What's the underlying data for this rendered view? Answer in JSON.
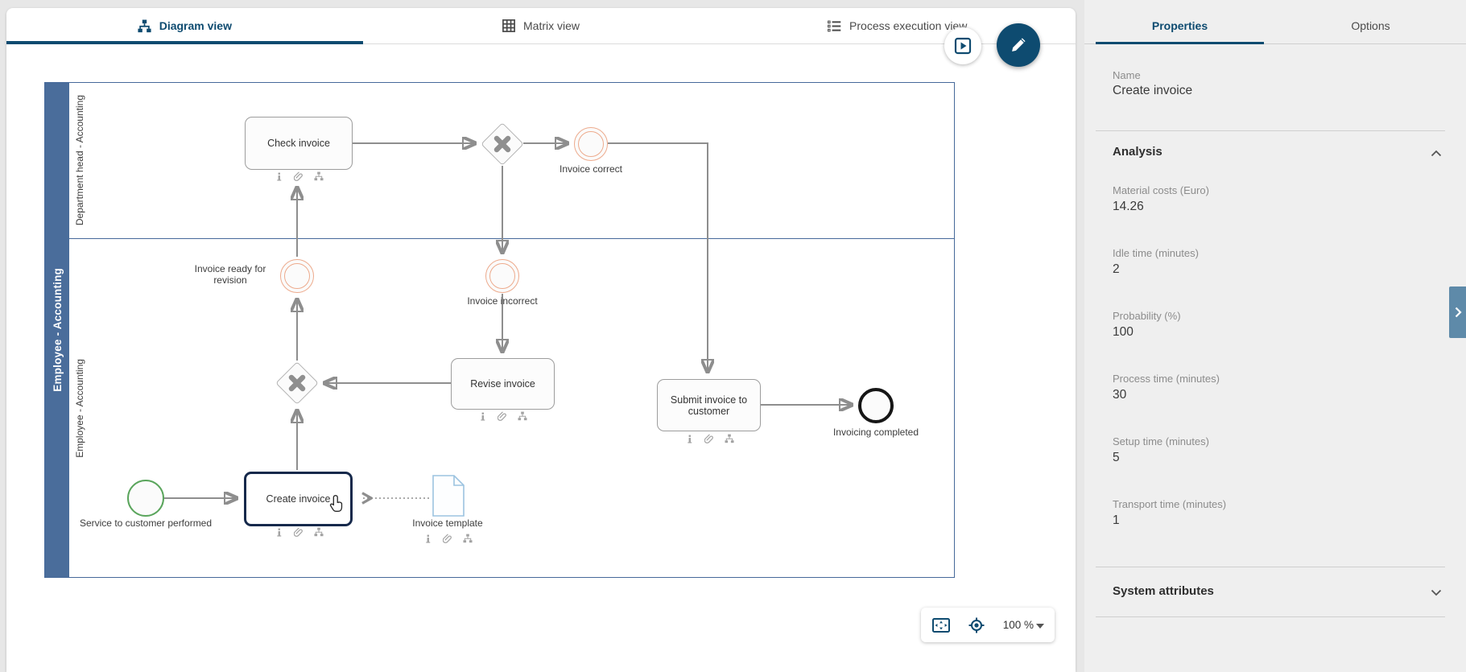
{
  "header": {
    "tabs": [
      {
        "label": "Diagram view",
        "icon": "sitemap-icon",
        "active": true
      },
      {
        "label": "Matrix view",
        "icon": "grid-icon",
        "active": false
      },
      {
        "label": "Process execution view",
        "icon": "ordered-list-icon",
        "active": false
      }
    ]
  },
  "toolbar": {
    "play_button_icon": "play-icon",
    "edit_button_icon": "pencil-icon"
  },
  "diagram": {
    "pool": {
      "label": "Employee - Accounting",
      "lanes": [
        {
          "label": "Department head - Accounting"
        },
        {
          "label": "Employee - Accounting"
        }
      ]
    },
    "nodes": {
      "start_event": "Service to customer performed",
      "task_create": "Create invoice",
      "task_check": "Check invoice",
      "task_revise": "Revise invoice",
      "task_submit": "Submit invoice to customer",
      "event_ready": "Invoice ready for revision",
      "event_correct": "Invoice correct",
      "event_incorrect": "Invoice incorrect",
      "end_event": "Invoicing completed",
      "data_object": "Invoice template"
    },
    "attribute_icons": [
      "info-icon",
      "attachment-icon",
      "org-chart-icon"
    ]
  },
  "zoom_controls": {
    "fit_icon": "fit-to-screen-icon",
    "locate_icon": "target-icon",
    "zoom_level": "100 %"
  },
  "panel": {
    "tabs": [
      {
        "label": "Properties",
        "active": true
      },
      {
        "label": "Options",
        "active": false
      }
    ],
    "name_label": "Name",
    "name_value": "Create invoice",
    "analysis": {
      "title": "Analysis",
      "fields": [
        {
          "label": "Material costs (Euro)",
          "value": "14.26"
        },
        {
          "label": "Idle time (minutes)",
          "value": "2"
        },
        {
          "label": "Probability (%)",
          "value": "100"
        },
        {
          "label": "Process time (minutes)",
          "value": "30"
        },
        {
          "label": "Setup time (minutes)",
          "value": "5"
        },
        {
          "label": "Transport time (minutes)",
          "value": "1"
        }
      ]
    },
    "system_attributes": {
      "title": "System attributes"
    }
  },
  "colors": {
    "brand_navy": "#0e4b70",
    "pool_blue": "#4a6d9b",
    "pool_border": "#46699a",
    "event_orange": "#edaa8c",
    "start_green": "#5aa55c",
    "selected_navy": "#16294b",
    "connector_gray": "#8e8e8e",
    "side_tab_blue": "#5e8aa9",
    "panel_bg": "#efefef"
  }
}
